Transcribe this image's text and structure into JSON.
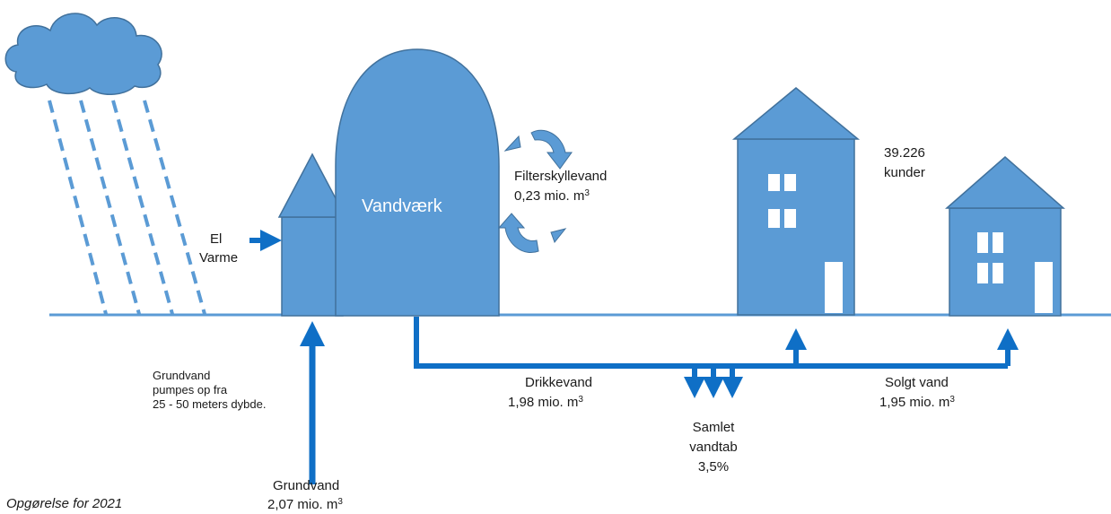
{
  "colors": {
    "fill": "#5b9bd5",
    "stroke": "#41719c",
    "pipe": "#0f6fc6",
    "rain": "#5b9bd5",
    "window": "#ffffff",
    "text": "#1a1a1a"
  },
  "labels": {
    "plant": "Vandværk",
    "energy_line1": "El",
    "energy_line2": "Varme",
    "backwash_line1": "Filterskyllevand",
    "backwash_value": "0,23 mio. m",
    "customers_count": "39.226",
    "customers_label": "kunder",
    "groundwater_note_line1": "Grundvand",
    "groundwater_note_line2": "pumpes op fra",
    "groundwater_note_line3": "25 - 50 meters dybde.",
    "drinking_title": "Drikkevand",
    "drinking_value": "1,98 mio. m",
    "sold_title": "Solgt vand",
    "sold_value": "1,95 mio. m",
    "loss_line1": "Samlet",
    "loss_line2": "vandtab",
    "loss_line3": "3,5%",
    "groundwater_title": "Grundvand",
    "groundwater_value": "2,07 mio. m",
    "unit_exponent": "3",
    "footnote": "Opgørelse for 2021"
  },
  "icons": {
    "cloud": "cloud-icon",
    "rain": "rain-icon",
    "pump_house": "pump-house-icon",
    "water_plant": "water-plant-icon",
    "recycle_arrows": "recycle-arrow-icon",
    "house_large": "house-icon",
    "house_small": "house-icon"
  }
}
